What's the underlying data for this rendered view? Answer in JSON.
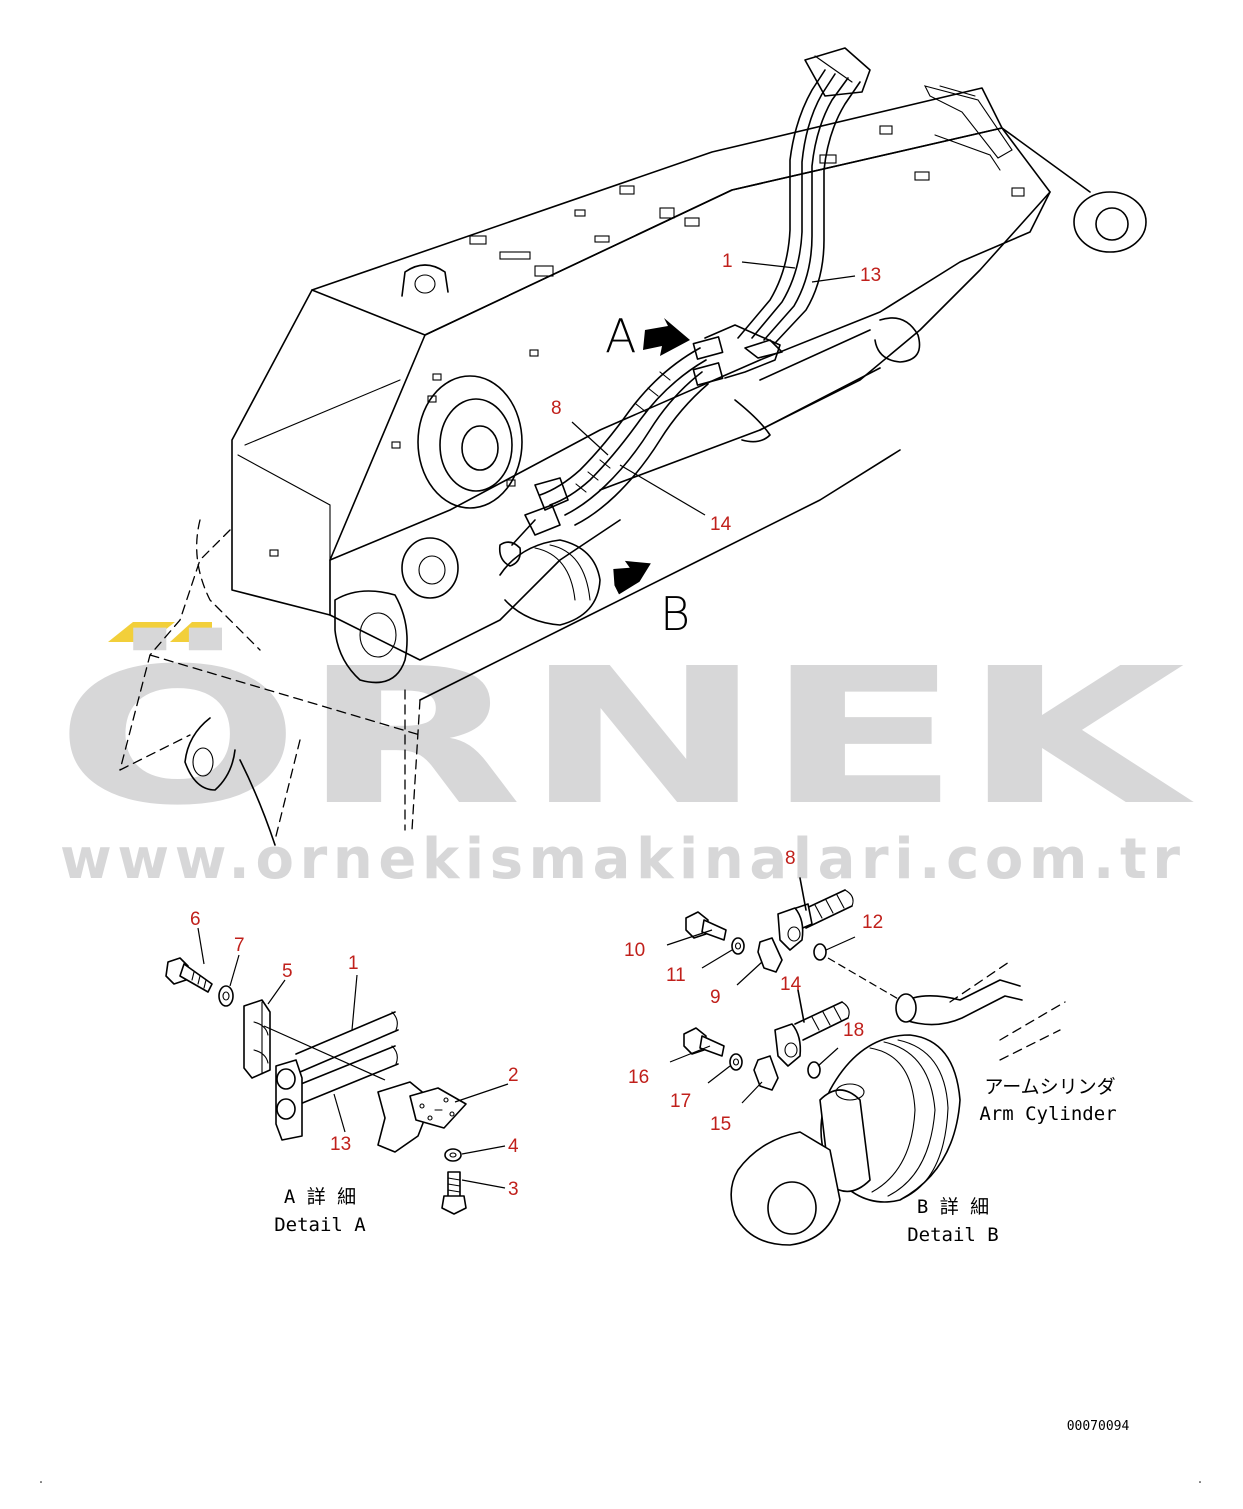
{
  "watermark": {
    "logo_text": "ÖRNEK",
    "website": "www.ornekismakinalari.com.tr",
    "accent_color": "#f2cf3a",
    "text_color": "#d7d7d8"
  },
  "view_letters": {
    "a": "A",
    "b": "B"
  },
  "main_labels": {
    "p1": "1",
    "p13": "13",
    "p8": "8",
    "p14": "14"
  },
  "detail_a": {
    "labels": {
      "p1": "1",
      "p2": "2",
      "p3": "3",
      "p4": "4",
      "p5": "5",
      "p6": "6",
      "p7": "7",
      "p13": "13"
    },
    "caption_jp": "A 詳 細",
    "caption_en": "Detail A"
  },
  "detail_b": {
    "labels": {
      "p8": "8",
      "p9": "9",
      "p10": "10",
      "p11": "11",
      "p12": "12",
      "p14": "14",
      "p15": "15",
      "p16": "16",
      "p17": "17",
      "p18": "18"
    },
    "arm_cylinder_jp": "アームシリンダ",
    "arm_cylinder_en": "Arm Cylinder",
    "caption_jp": "B 詳 細",
    "caption_en": "Detail B"
  },
  "drawing_number": "00070094",
  "colors": {
    "label_red": "#c0201b",
    "line": "#000000"
  }
}
